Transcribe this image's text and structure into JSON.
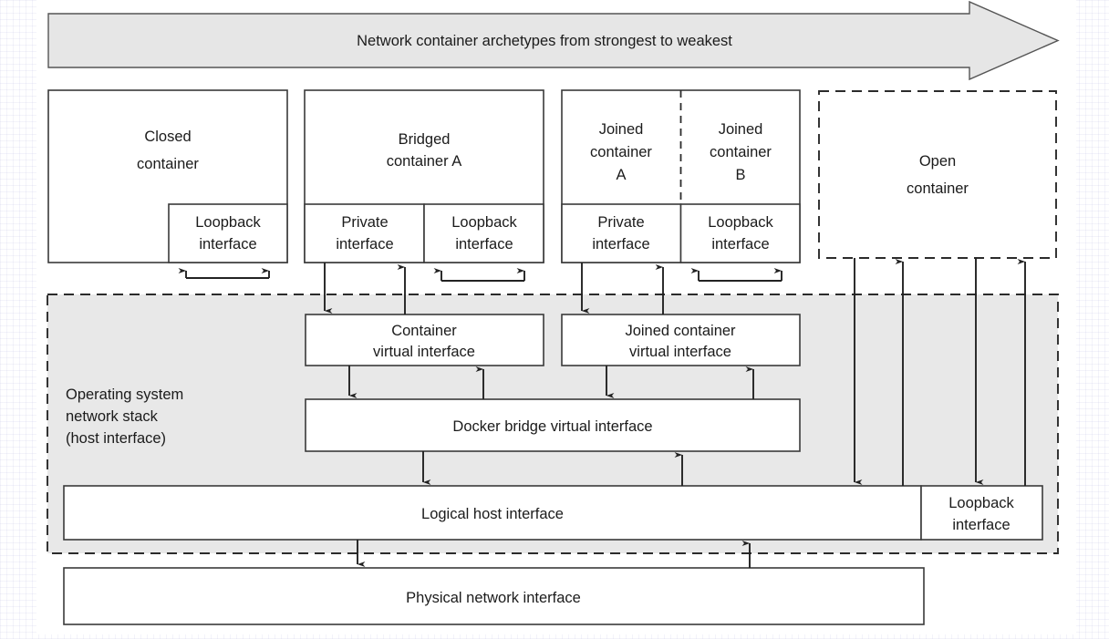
{
  "banner": {
    "text": "Network container archetypes from strongest to weakest",
    "fill": "#e6e6e6",
    "stroke": "#555555"
  },
  "containers": {
    "closed": {
      "title_line1": "Closed",
      "title_line2": "container",
      "loopback_line1": "Loopback",
      "loopback_line2": "interface"
    },
    "bridged": {
      "title_line1": "Bridged",
      "title_line2": "container A",
      "private_line1": "Private",
      "private_line2": "interface",
      "loopback_line1": "Loopback",
      "loopback_line2": "interface"
    },
    "joined": {
      "a_line1": "Joined",
      "a_line2": "container",
      "a_line3": "A",
      "b_line1": "Joined",
      "b_line2": "container",
      "b_line3": "B",
      "private_line1": "Private",
      "private_line2": "interface",
      "loopback_line1": "Loopback",
      "loopback_line2": "interface"
    },
    "open": {
      "title_line1": "Open",
      "title_line2": "container"
    }
  },
  "os_stack": {
    "label_line1": "Operating system",
    "label_line2": "network stack",
    "label_line3": "(host interface)",
    "fill": "#e8e8e8",
    "container_vif_line1": "Container",
    "container_vif_line2": "virtual interface",
    "joined_vif_line1": "Joined container",
    "joined_vif_line2": "virtual interface",
    "docker_bridge": "Docker bridge virtual interface",
    "logical_host": "Logical host interface",
    "host_loopback_line1": "Loopback",
    "host_loopback_line2": "interface"
  },
  "physical": {
    "label": "Physical network interface"
  },
  "colors": {
    "line": "#222222",
    "box_stroke": "#3a3a3a",
    "dash_stroke": "#2b2b2b",
    "text": "#1b1b1b",
    "page_bg": "#ffffff"
  }
}
